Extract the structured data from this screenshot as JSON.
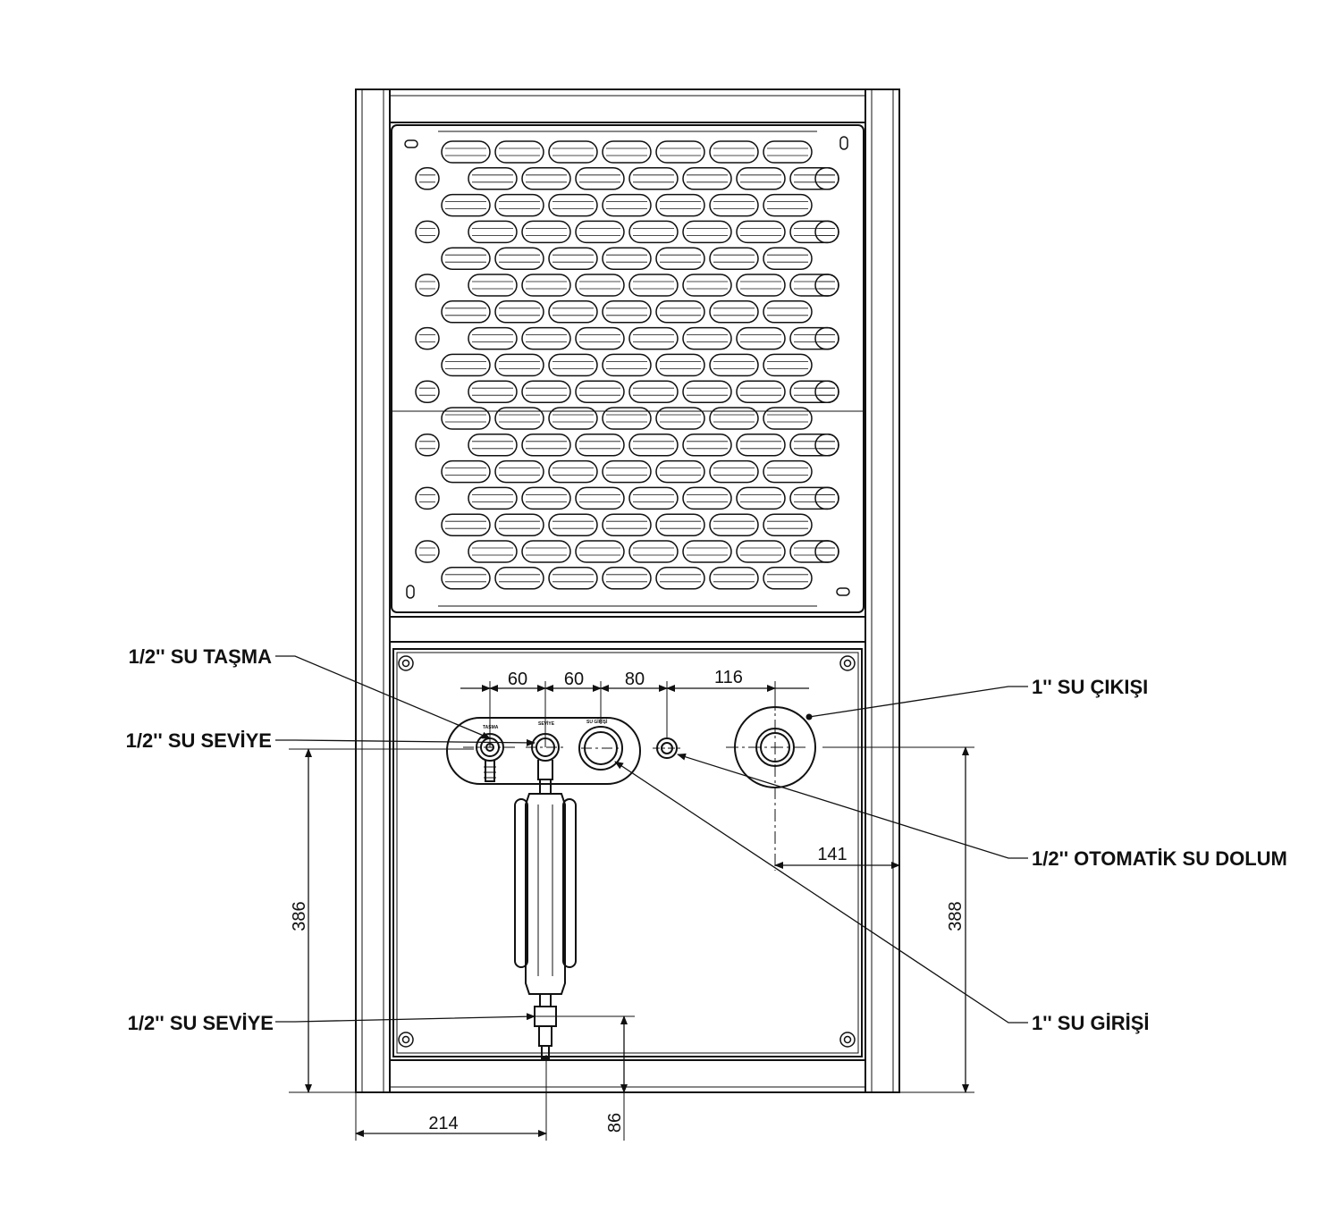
{
  "labels": {
    "overflow": "1/2'' SU TAŞMA",
    "level_top": "1/2'' SU SEVİYE",
    "level_bottom": "1/2'' SU SEVİYE",
    "outlet": "1'' SU ÇIKIŞI",
    "auto_fill": "1/2'' OTOMATİK SU DOLUM",
    "inlet": "1'' SU GİRİŞİ"
  },
  "plate_text": {
    "overflow": "TAŞMA",
    "level": "SEVİYE",
    "inlet": "SU GİRİŞİ"
  },
  "dimensions": {
    "d60a": "60",
    "d60b": "60",
    "d80": "80",
    "d116": "116",
    "d141": "141",
    "d386": "386",
    "d388": "388",
    "d214": "214",
    "d86": "86"
  },
  "colors": {
    "line": "#111111",
    "background": "#ffffff"
  }
}
